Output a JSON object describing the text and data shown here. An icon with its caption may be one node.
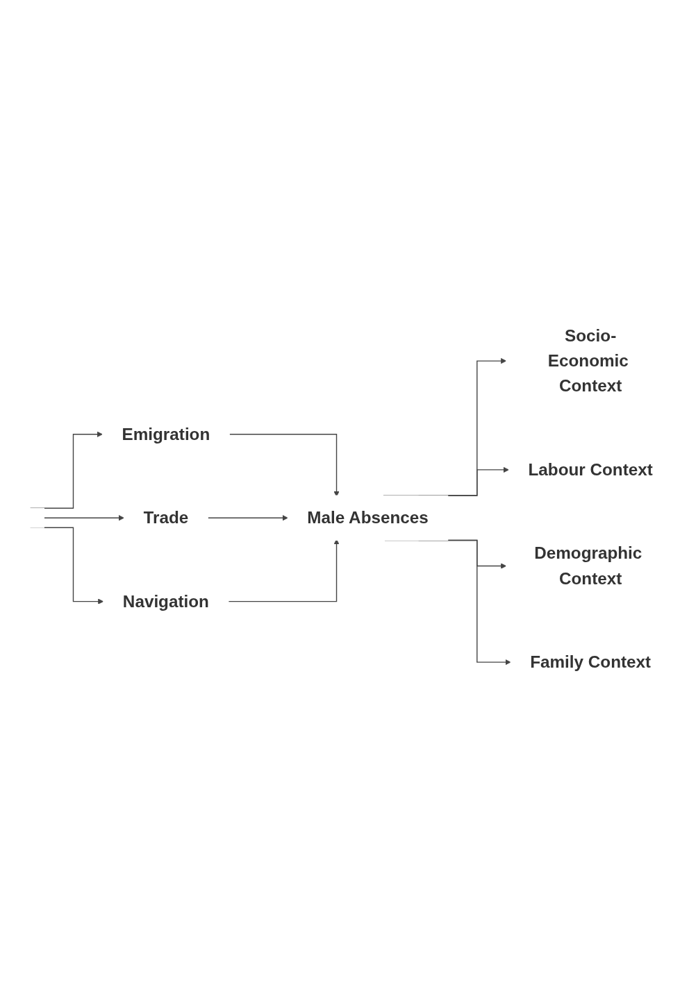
{
  "diagram": {
    "nodes": [
      {
        "text": [
          "Emigration"
        ]
      },
      {
        "text": [
          "Trade"
        ]
      },
      {
        "text": [
          "Navigation"
        ]
      },
      {
        "text": [
          "Male Absences"
        ]
      },
      {
        "text": [
          "Socio-Economic Context"
        ]
      },
      {
        "text": [
          "Labour Context"
        ]
      },
      {
        "text": [
          "Demographic Context"
        ]
      },
      {
        "text": [
          "Family Context"
        ]
      }
    ],
    "edges": [
      {
        "from": null,
        "to": 0,
        "arrow": "to"
      },
      {
        "from": null,
        "to": 1,
        "arrow": "to"
      },
      {
        "from": null,
        "to": 2,
        "arrow": "to"
      },
      {
        "from": 0,
        "to": 3,
        "arrow": "to"
      },
      {
        "from": 1,
        "to": 3,
        "arrow": "to"
      },
      {
        "from": 2,
        "to": 3,
        "arrow": "to"
      },
      {
        "from": 3,
        "to": 4,
        "arrow": "to"
      },
      {
        "from": 3,
        "to": 5,
        "arrow": "to"
      },
      {
        "from": 3,
        "to": 6,
        "arrow": "to"
      },
      {
        "from": 3,
        "to": 7,
        "arrow": "to"
      }
    ]
  }
}
